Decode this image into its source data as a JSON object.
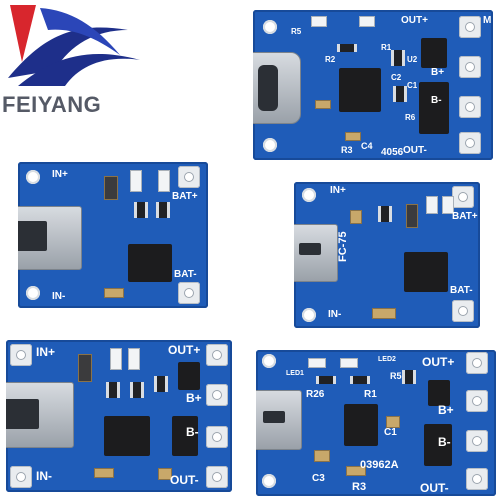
{
  "brand": {
    "name": "FEIYANG"
  },
  "boards": {
    "b1": {
      "labels": [
        "OUT+",
        "OUT-",
        "B+",
        "B-",
        "M",
        "R5",
        "R2",
        "R1",
        "C2",
        "U2",
        "C1",
        "R3",
        "C4",
        "R6",
        "4056"
      ]
    },
    "b2": {
      "labels": [
        "IN+",
        "IN-",
        "BAT+",
        "BAT-"
      ]
    },
    "b3": {
      "labels": [
        "IN+",
        "IN-",
        "BAT+",
        "BAT-",
        "FC-75"
      ]
    },
    "b4": {
      "labels": [
        "IN+",
        "IN-",
        "OUT+",
        "OUT-",
        "B+",
        "B-"
      ]
    },
    "b5": {
      "labels": [
        "OUT+",
        "OUT-",
        "B+",
        "B-",
        "LED1",
        "LED2",
        "R26",
        "R1",
        "C1",
        "C3",
        "R3",
        "R5",
        "03962A"
      ]
    }
  },
  "colors": {
    "pcb": "#1f5cb8",
    "silk": "#ffffff",
    "logo_blue": "#1e2f8a",
    "logo_red": "#d8262d",
    "brand_text": "#555a66"
  }
}
